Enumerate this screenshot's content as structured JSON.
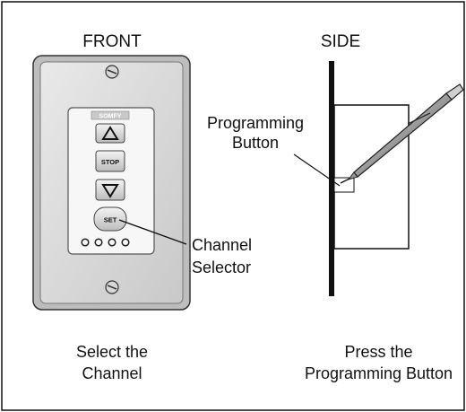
{
  "front": {
    "title": "FRONT",
    "brand_logo": "SOMFY",
    "buttons": {
      "up_icon": "triangle-up-icon",
      "stop_label": "STOP",
      "down_icon": "triangle-down-icon",
      "set_label": "SET"
    },
    "channel_indicator_count": 4,
    "callout": "Channel\nSelector",
    "caption": "Select the\nChannel"
  },
  "side": {
    "title": "SIDE",
    "callout": "Programming\nButton",
    "caption": "Press the\nProgramming Button"
  }
}
